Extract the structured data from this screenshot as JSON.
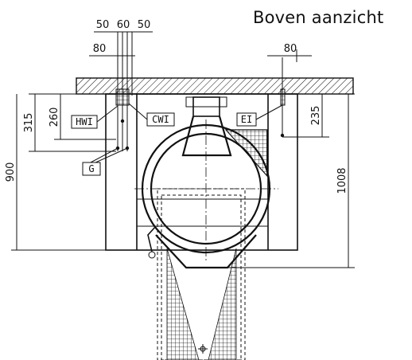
{
  "title": "Boven aanzicht",
  "dimensions": {
    "d50_left": "50",
    "d60": "60",
    "d50_right": "50",
    "d80_left": "80",
    "d80_right": "80",
    "d315": "315",
    "d260": "260",
    "d235": "235",
    "d900": "900",
    "d1008": "1008"
  },
  "labels": {
    "hwi": "HWI",
    "cwi": "CWI",
    "ei": "EI",
    "g": "G"
  }
}
